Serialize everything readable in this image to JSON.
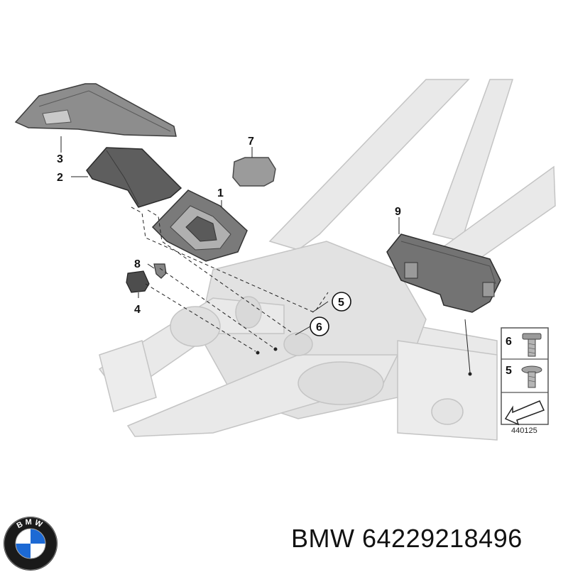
{
  "callouts": {
    "c1": "1",
    "c2": "2",
    "c3": "3",
    "c4": "4",
    "c5": "5",
    "c6": "6",
    "c7": "7",
    "c8": "8",
    "c9": "9"
  },
  "legend": {
    "item_6": "6",
    "item_5": "5",
    "ref_code": "440125"
  },
  "brand": {
    "logo_text": "BMW",
    "name": "BMW",
    "part_number": "64229218496",
    "logo_blue": "#1c69d4"
  }
}
